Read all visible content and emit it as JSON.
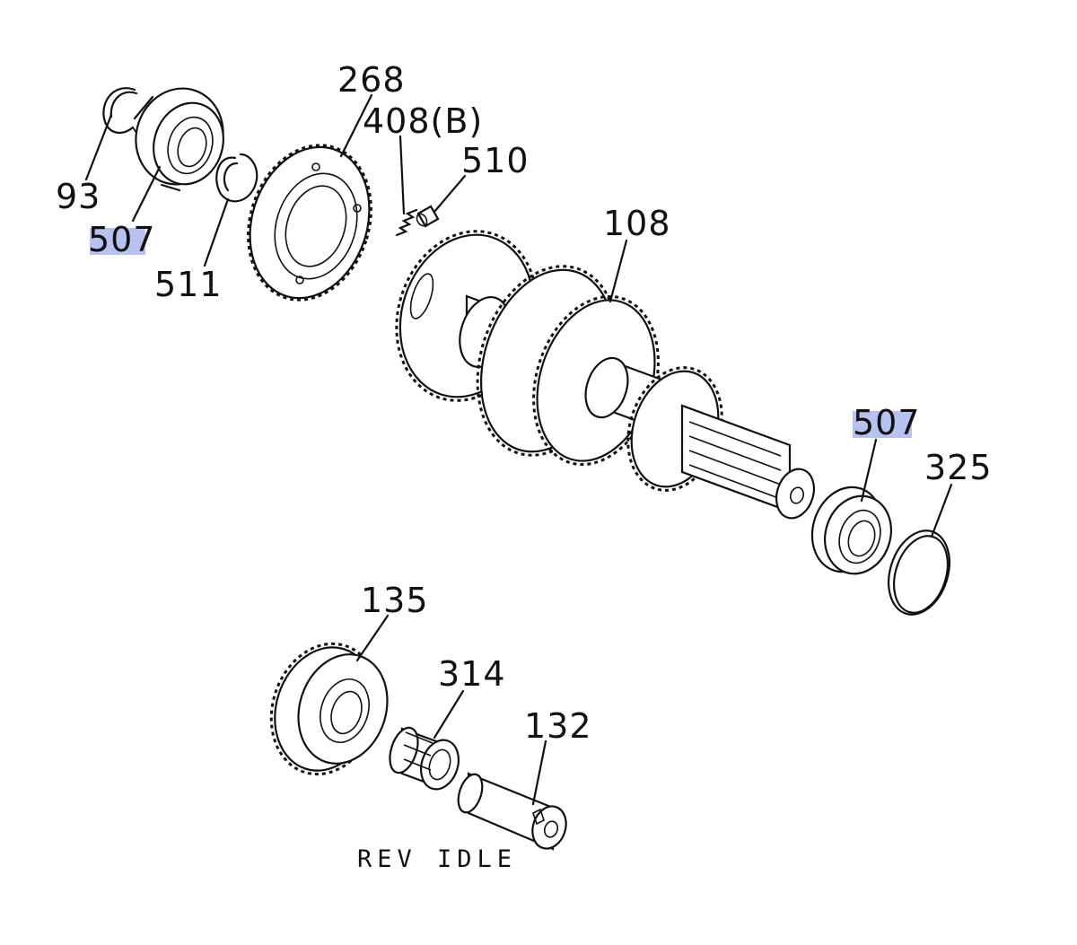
{
  "diagram": {
    "highlight_color": "#b8c2ee",
    "line_color": "#111111",
    "caption": "REV IDLE",
    "callouts": {
      "c93": "93",
      "c507_left": "507",
      "c511": "511",
      "c268": "268",
      "c408b": "408(B)",
      "c510": "510",
      "c108": "108",
      "c507_right": "507",
      "c325": "325",
      "c135": "135",
      "c314": "314",
      "c132": "132"
    },
    "highlighted_part": "507"
  }
}
